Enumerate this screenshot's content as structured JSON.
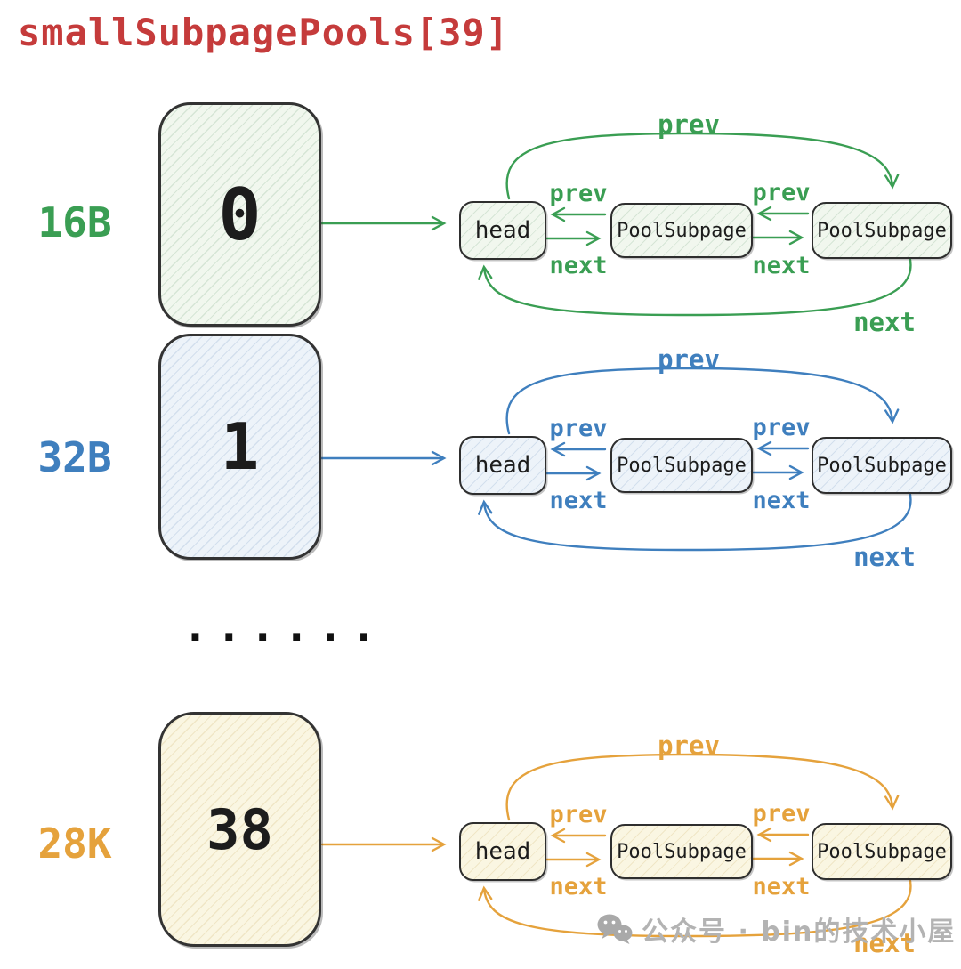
{
  "title": "smallSubpagePools[39]",
  "ellipsis": "......",
  "node_labels": {
    "head": "head",
    "subpage": "PoolSubpage",
    "prev": "prev",
    "next": "next"
  },
  "rows": [
    {
      "size_label": "16B",
      "index": "0",
      "accent": "#3a9e53"
    },
    {
      "size_label": "32B",
      "index": "1",
      "accent": "#3f7fbe"
    },
    {
      "size_label": "28K",
      "index": "38",
      "accent": "#e5a23c"
    }
  ],
  "watermark": {
    "icon": "wechat-icon",
    "text": "公众号 · bin的技术小屋"
  },
  "colors": {
    "title": "#c53b3b",
    "row_16b_accent": "#3a9e53",
    "row_32b_accent": "#3f7fbe",
    "row_28k_accent": "#e5a23c",
    "node_border": "#2e2e2e",
    "watermark_gray": "#b3b3b3"
  }
}
